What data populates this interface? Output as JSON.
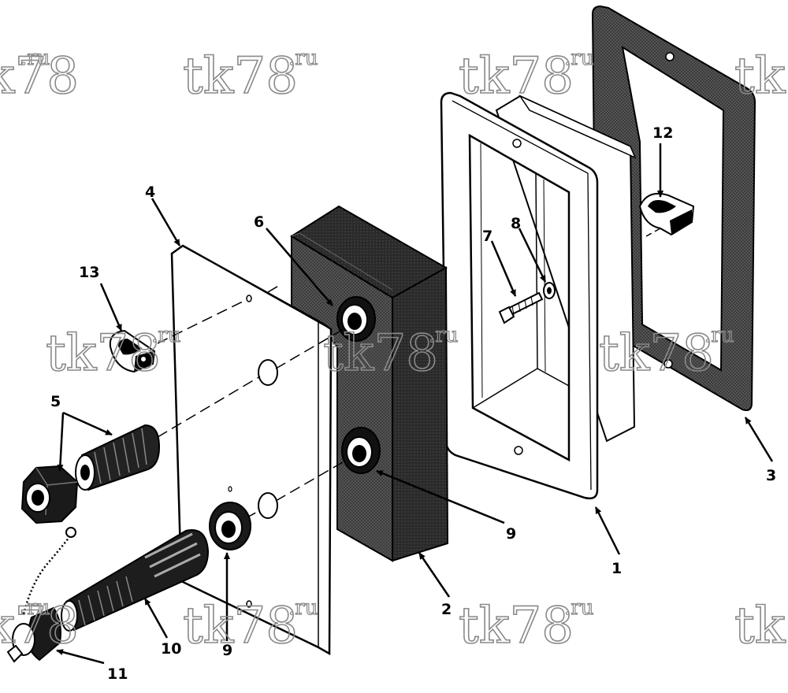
{
  "watermark": {
    "main": "tk78",
    "suffix": ".ru"
  },
  "callouts": {
    "c1": "1",
    "c2": "2",
    "c3": "3",
    "c4": "4",
    "c5": "5",
    "c6": "6",
    "c7": "7",
    "c8": "8",
    "c9a": "9",
    "c9b": "9",
    "c10": "10",
    "c11": "11",
    "c12": "12",
    "c13": "13"
  },
  "colors": {
    "line": "#000000",
    "watermark": "#8a8a8a",
    "dark_fill": "#4a4a4a",
    "background": "#ffffff"
  }
}
